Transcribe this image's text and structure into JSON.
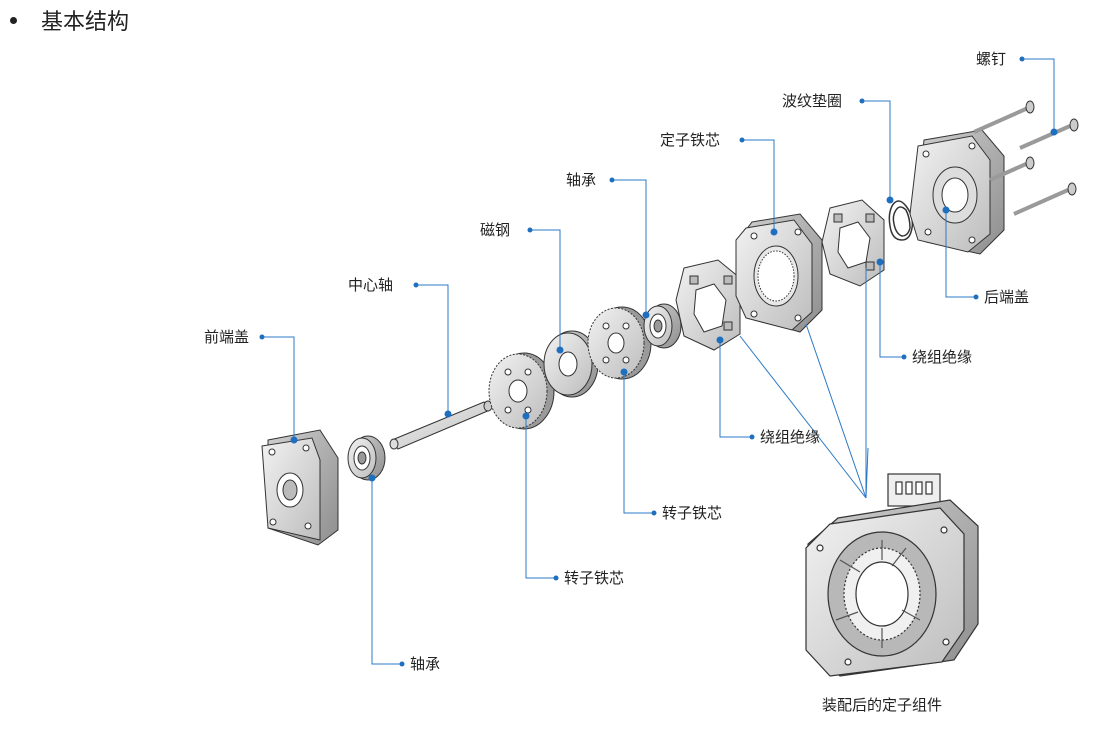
{
  "heading": "基本结构",
  "labels": {
    "front_cover": "前端盖",
    "center_shaft": "中心轴",
    "magnet": "磁钢",
    "bearing_top": "轴承",
    "stator_core": "定子铁芯",
    "wave_washer": "波纹垫圈",
    "screw": "螺钉",
    "rear_cover": "后端盖",
    "winding_insulation_right": "绕组绝缘",
    "winding_insulation_mid": "绕组绝缘",
    "rotor_core_right": "转子铁芯",
    "rotor_core_left": "转子铁芯",
    "bearing_bottom": "轴承"
  },
  "caption": "装配后的定子组件",
  "colors": {
    "leader": "#2b78c5",
    "dot": "#1f6fbf",
    "part_fill": "#d9d9d9",
    "part_stroke": "#333333"
  }
}
